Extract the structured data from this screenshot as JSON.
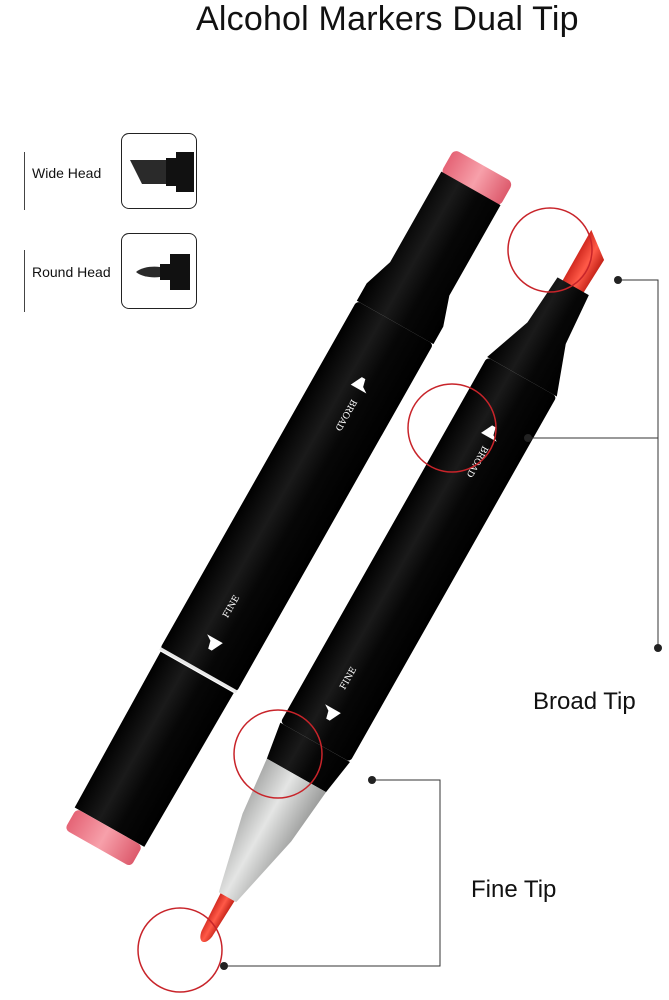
{
  "title": "Alcohol Markers Dual Tip",
  "legend": {
    "wide_head_label": "Wide Head",
    "round_head_label": "Round Head"
  },
  "marker_labels": {
    "broad": "BROAD",
    "fine": "FINE"
  },
  "callouts": {
    "broad_tip_label": "Broad Tip",
    "fine_tip_label": "Fine Tip"
  },
  "colors": {
    "body": "#0b0b0b",
    "cap_pink": "#ef7a86",
    "nib_red": "#f03a2e",
    "circle_red": "#c8242a",
    "fine_collar_gray": "#cfd0cf"
  }
}
